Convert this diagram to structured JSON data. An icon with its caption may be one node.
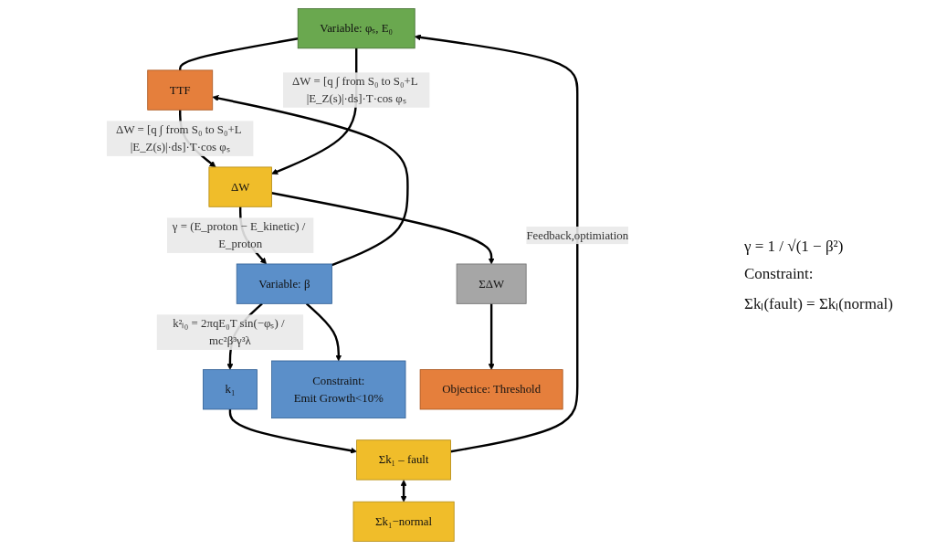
{
  "diagram": {
    "nodes": [
      {
        "text": [
          "Variable: φₛ, E₀"
        ]
      },
      {
        "text": [
          "Variable: β"
        ]
      },
      {
        "text": [
          "TTF"
        ]
      },
      {
        "text": [
          "k₁"
        ]
      },
      {
        "text": [
          "Σk₁ – fault"
        ]
      },
      {
        "text": [
          "Constraint:",
          "Emit Growth<10%"
        ]
      },
      {
        "text": [
          "Σk₁−normal"
        ]
      },
      {
        "text": [
          "ΔW"
        ]
      },
      {
        "text": [
          "ΣΔW"
        ]
      },
      {
        "text": [
          "Objectice: Threshold"
        ]
      }
    ],
    "edges": [
      {
        "from": 4,
        "to": 0,
        "arrow": "to",
        "label": "Feedback,optimiation"
      },
      {
        "from": 0,
        "to": 2,
        "arrow": "none"
      },
      {
        "from": 1,
        "to": 2,
        "arrow": "to"
      },
      {
        "from": 1,
        "to": 3,
        "arrow": "to",
        "label": "k²ₗ₀ = 2πqE₀T sin(−φₛ) / mc²β³γ³λ"
      },
      {
        "from": 1,
        "to": 5,
        "arrow": "to"
      },
      {
        "from": 3,
        "to": 4,
        "arrow": "to"
      },
      {
        "from": 4,
        "to": 6,
        "arrow": "both"
      },
      {
        "from": 2,
        "to": 7,
        "arrow": "to",
        "label": "ΔW = [q ∫ from S₀ to S₀+L |E_Z(s)|·ds]·T·cos φₛ"
      },
      {
        "from": 0,
        "to": 7,
        "arrow": "to",
        "label": "ΔW = [q ∫ from S₀ to S₀+L |E_Z(s)|·ds]·T·cos φₛ"
      },
      {
        "from": 7,
        "to": 1,
        "arrow": "to",
        "label": "γ = (E_proton − E_kinetic) / E_proton"
      },
      {
        "from": 7,
        "to": 8,
        "arrow": "to"
      },
      {
        "from": 8,
        "to": 9,
        "arrow": "to"
      }
    ],
    "labels": [
      "γ = 1 / √(1 − β²)",
      "Constraint:",
      "Σkₗ(fault) = Σkₗ(normal)"
    ]
  }
}
